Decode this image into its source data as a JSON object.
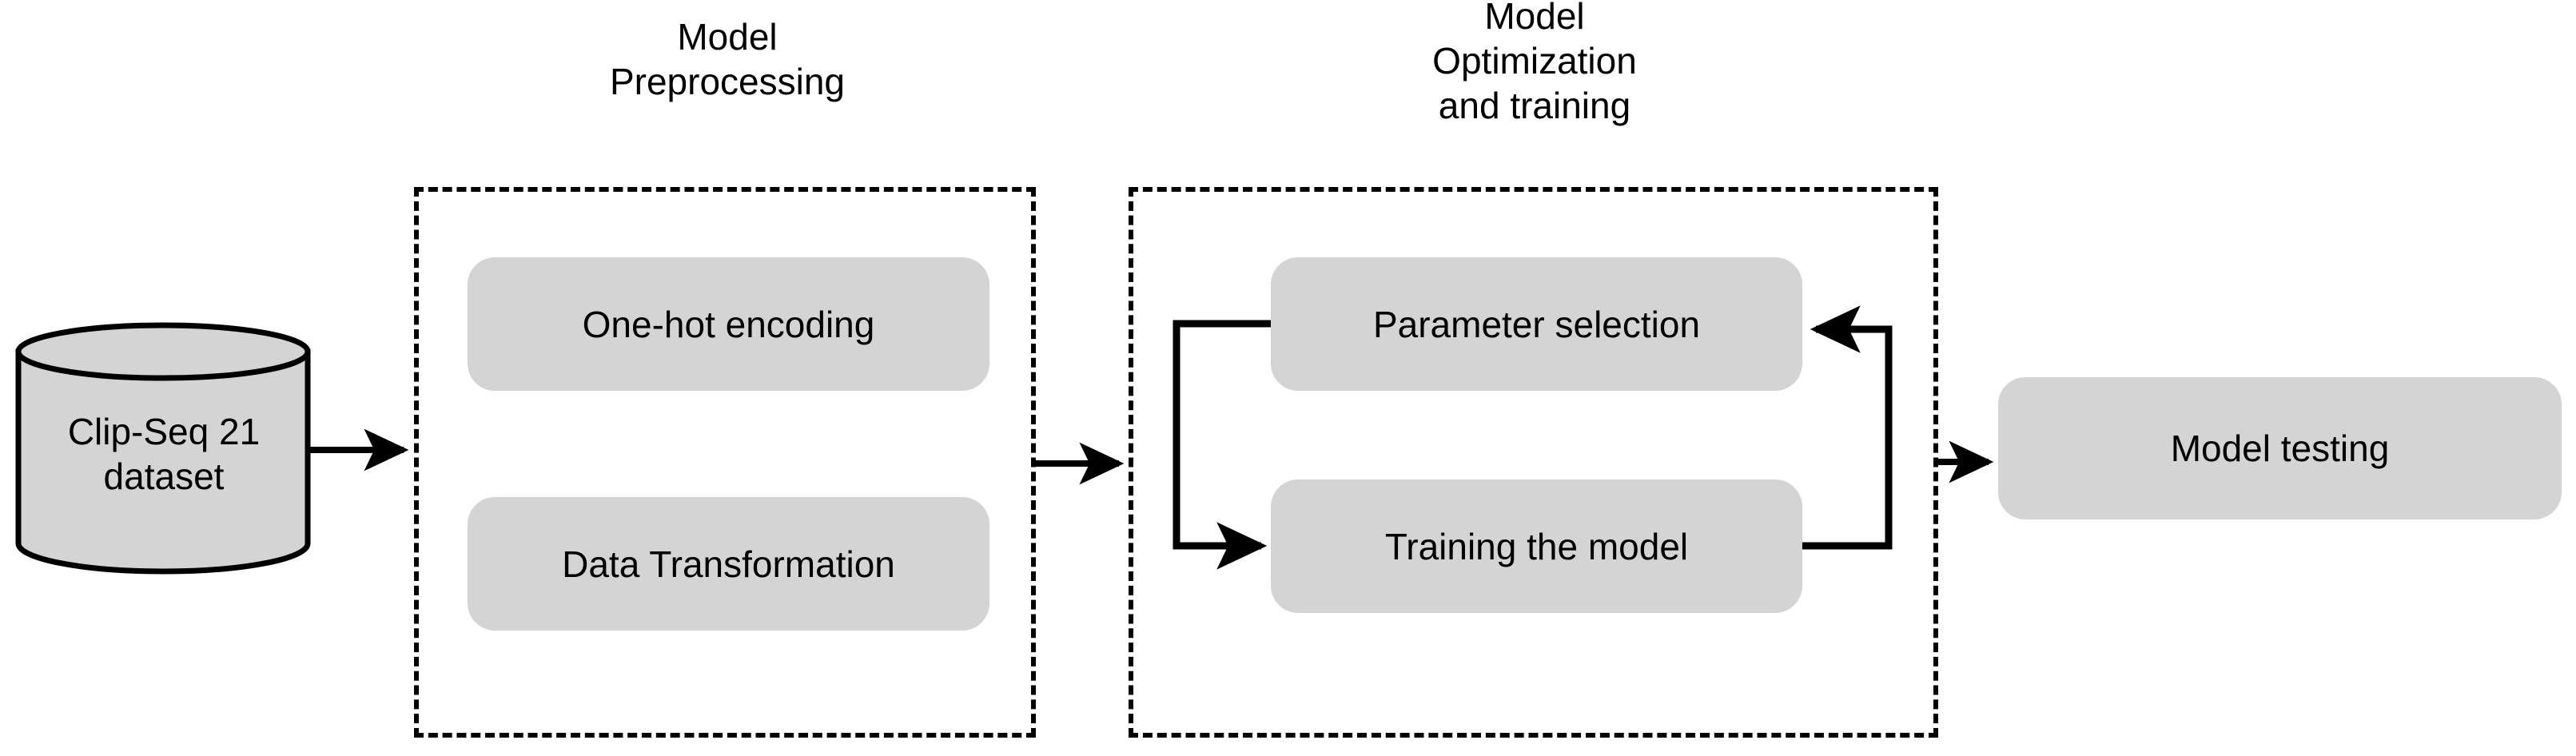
{
  "diagram": {
    "title": "",
    "colors": {
      "node_fill": "#d4d4d4",
      "stroke": "#000000",
      "background": "#ffffff"
    },
    "datasource": {
      "label": "Clip-Seq 21\ndataset",
      "shape": "cylinder"
    },
    "groups": [
      {
        "id": "preprocessing",
        "title": "Model\nPreprocessing",
        "nodes": [
          {
            "id": "one-hot-encoding",
            "label": "One-hot encoding"
          },
          {
            "id": "data-transformation",
            "label": "Data Transformation"
          }
        ]
      },
      {
        "id": "optimization",
        "title": "Model\nOptimization\nand training",
        "nodes": [
          {
            "id": "parameter-selection",
            "label": "Parameter selection"
          },
          {
            "id": "training-the-model",
            "label": "Training the model"
          }
        ]
      }
    ],
    "output": {
      "id": "model-testing",
      "label": "Model testing"
    },
    "connectors": [
      {
        "id": "dataset-to-preprocessing",
        "from": "Clip-Seq 21 dataset",
        "to": "Model Preprocessing",
        "style": "arrow"
      },
      {
        "id": "preprocessing-to-optimization",
        "from": "Model Preprocessing",
        "to": "Model Optimization and training",
        "style": "arrow"
      },
      {
        "id": "parameter-to-training",
        "from": "Parameter selection",
        "to": "Training the model",
        "style": "arrow"
      },
      {
        "id": "training-to-parameter",
        "from": "Training the model",
        "to": "Parameter selection",
        "style": "arrow"
      },
      {
        "id": "optimization-to-testing",
        "from": "Model Optimization and training",
        "to": "Model testing",
        "style": "arrow"
      }
    ]
  }
}
